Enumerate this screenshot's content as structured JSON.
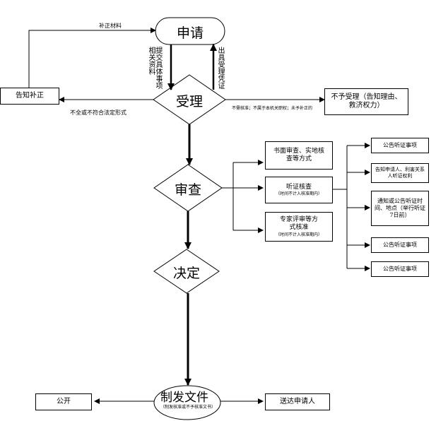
{
  "nodes": {
    "apply": "申请",
    "accept": "受理",
    "review": "审查",
    "decide": "决定",
    "make_doc": "制发文件",
    "make_doc_note": "（制发核准或不予核准文书）",
    "notify_supplement": "告知补正",
    "reject": "不予受理（告知理由、救济权力）",
    "written_review": "书面审查、实地核查等方式",
    "hearing_verify": "听证核查",
    "hearing_verify_note": "（时间不计入核准期内）",
    "expert_review": "专家评审等方式核准",
    "expert_review_note": "（时间不计入核准期内）",
    "announce_1": "公告听证事项",
    "notify_parties": "告知申请人、利害关系人听证权利",
    "notice_time": "通知或公告听证时间、地点（举行听证7日前）",
    "announce_2": "公告听证事项",
    "announce_3": "公告听证事项",
    "publish": "公开",
    "deliver": "送达申请人"
  },
  "edges": {
    "supplement_materials": "补正材料",
    "submit_materials": "提交具体事项相关资料",
    "issue_receipt": "出具受理凭证",
    "incomplete": "不全或不符合法定形式",
    "no_approval_needed": "不需核准；不属于本机关职权；未予补正的"
  }
}
